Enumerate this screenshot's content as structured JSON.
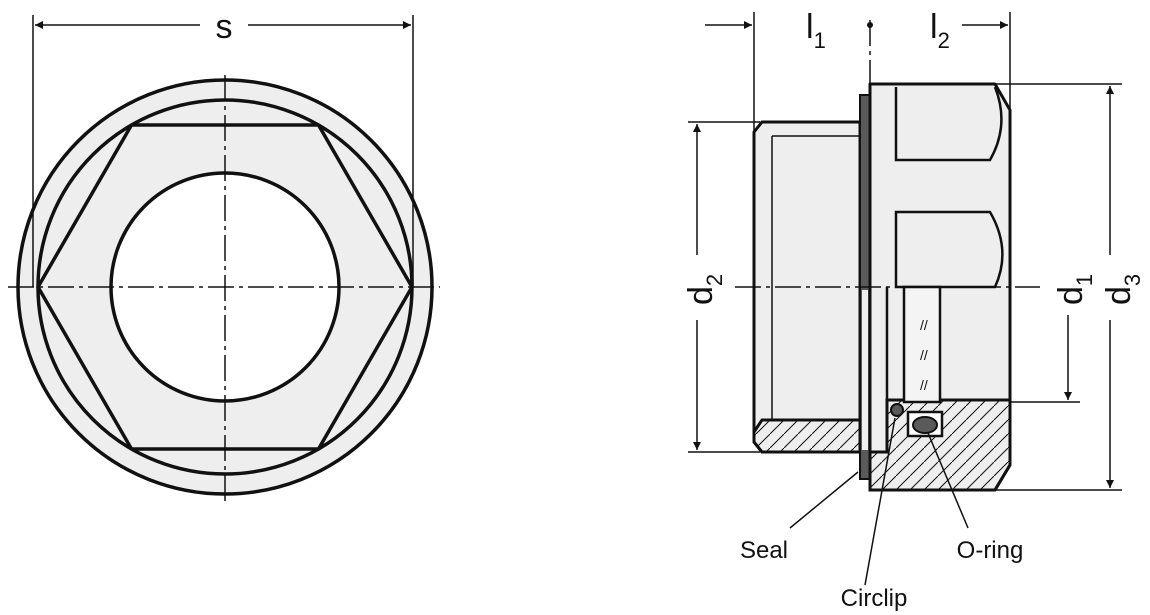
{
  "colors": {
    "line": "#111111",
    "fill": "#eeeeee",
    "glass": "#f4f4f4",
    "seal": "#5a5a5a"
  },
  "front_view": {
    "dimension_s": "s"
  },
  "side_view": {
    "l1": {
      "base": "l",
      "sub": "1"
    },
    "l2": {
      "base": "l",
      "sub": "2"
    },
    "d1": {
      "base": "d",
      "sub": "1"
    },
    "d2": {
      "base": "d",
      "sub": "2"
    },
    "d3": {
      "base": "d",
      "sub": "3"
    }
  },
  "callouts": {
    "seal": "Seal",
    "circlip": "Circlip",
    "oring": "O-ring"
  }
}
